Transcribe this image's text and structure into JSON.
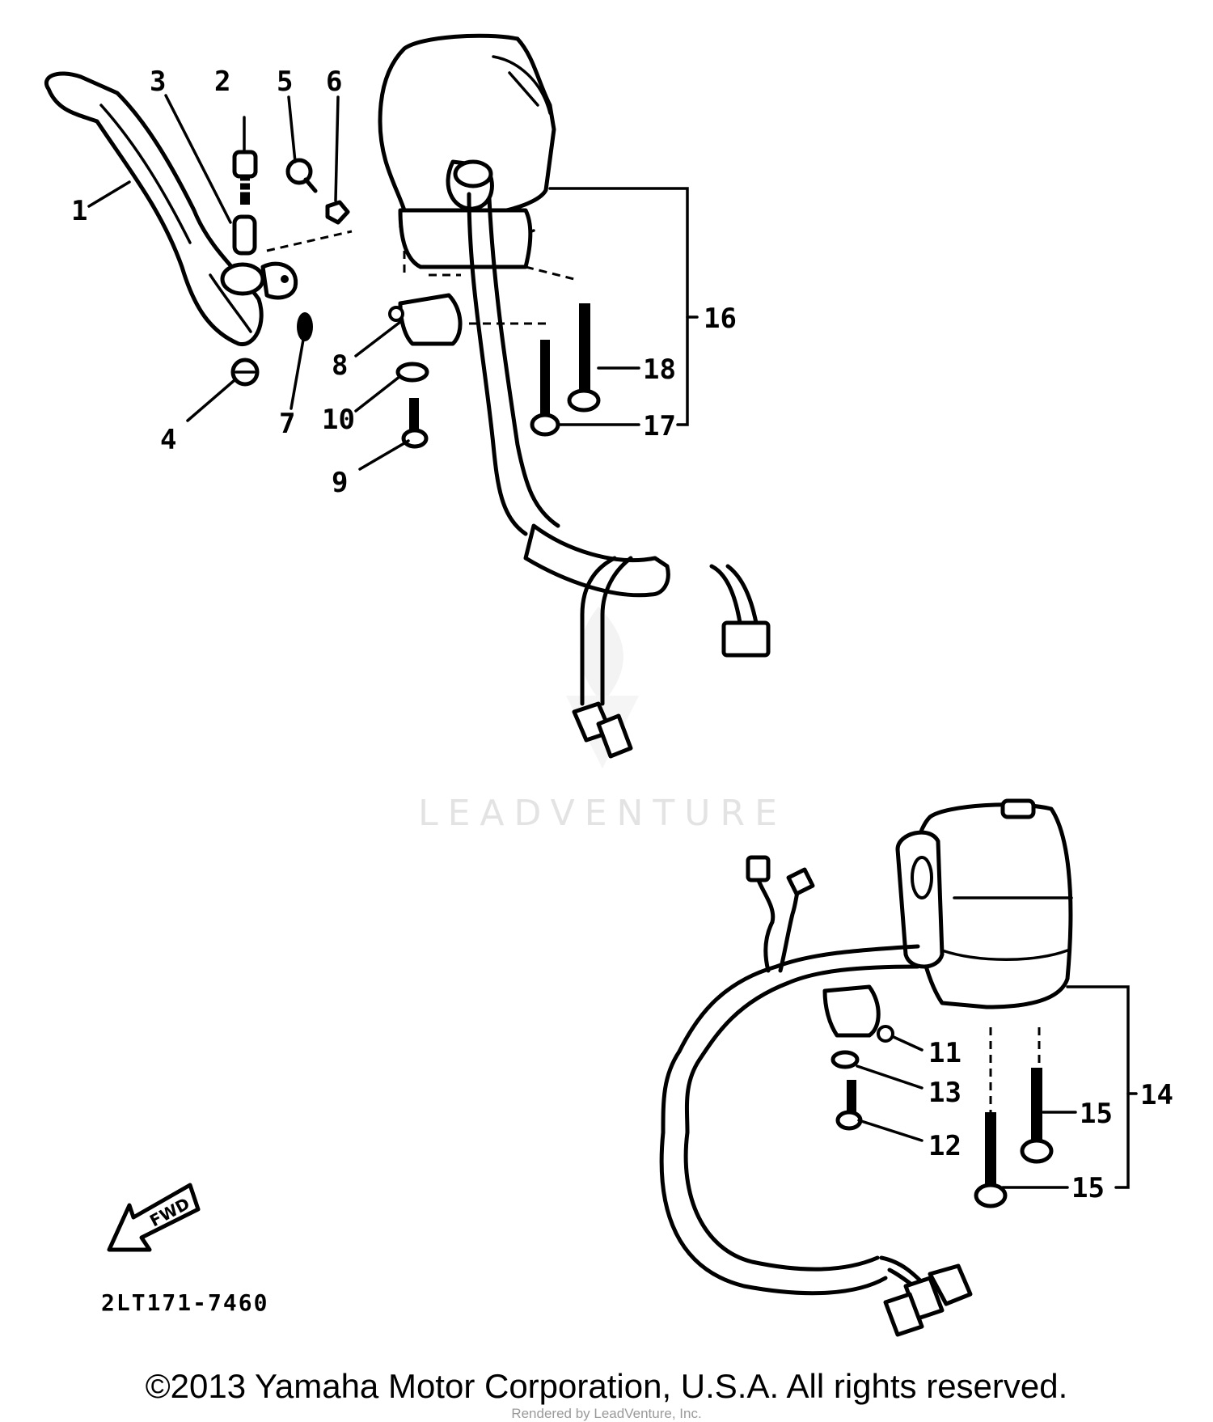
{
  "diagram_code": "2LT171-7460",
  "direction_arrow_label": "FWD",
  "watermark": "LEADVENTURE",
  "copyright": "©2013 Yamaha Motor Corporation, U.S.A. All rights reserved.",
  "rendered_by": "Rendered by LeadVenture, Inc.",
  "callouts": [
    "1",
    "2",
    "3",
    "4",
    "5",
    "6",
    "7",
    "8",
    "9",
    "10",
    "11",
    "12",
    "13",
    "14",
    "15",
    "15",
    "16",
    "17",
    "18"
  ]
}
